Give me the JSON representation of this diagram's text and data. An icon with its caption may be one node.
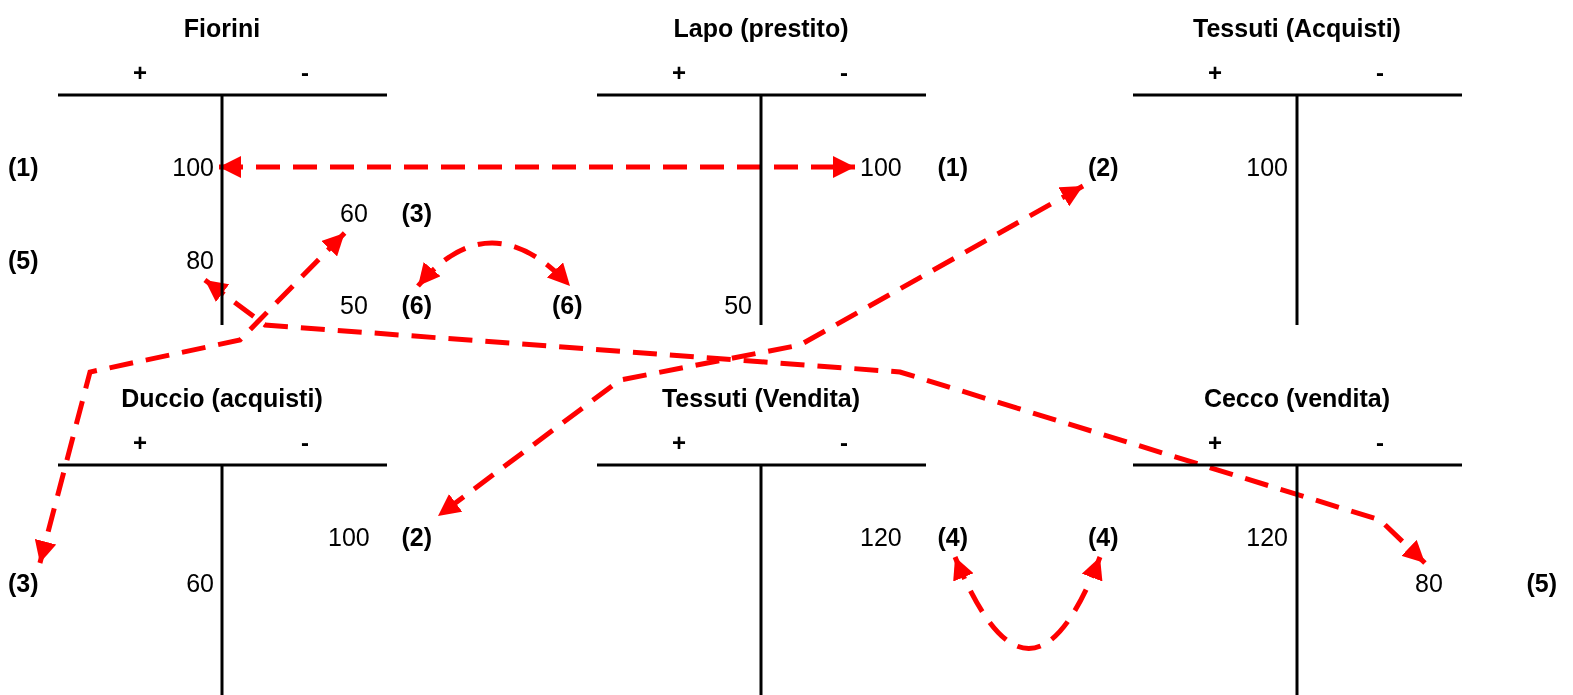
{
  "diagram": {
    "nodes": [
      {
        "text": [
          "Fiorini"
        ]
      },
      {
        "text": [
          "(1)",
          "100"
        ],
        "in": 0
      },
      {
        "text": [
          "60",
          "(3)"
        ],
        "in": 0
      },
      {
        "text": [
          "(5)",
          "80"
        ],
        "in": 0
      },
      {
        "text": [
          "50",
          "(6)"
        ],
        "in": 0
      },
      {
        "text": [
          "Lapo (prestito)"
        ]
      },
      {
        "text": [
          "100",
          "(1)"
        ],
        "in": 5
      },
      {
        "text": [
          "(6)",
          "50"
        ],
        "in": 5
      },
      {
        "text": [
          "Tessuti (Acquisti)"
        ]
      },
      {
        "text": [
          "(2)",
          "100"
        ],
        "in": 8
      },
      {
        "text": [
          "Duccio (acquisti)"
        ]
      },
      {
        "text": [
          "100",
          "(2)"
        ],
        "in": 10
      },
      {
        "text": [
          "(3)",
          "60"
        ],
        "in": 10
      },
      {
        "text": [
          "Tessuti (Vendita)"
        ]
      },
      {
        "text": [
          "120",
          "(4)"
        ],
        "in": 13
      },
      {
        "text": [
          "Cecco (vendita)"
        ]
      },
      {
        "text": [
          "(4)",
          "120"
        ],
        "in": 15
      },
      {
        "text": [
          "80",
          "(5)"
        ],
        "in": 15
      }
    ],
    "edges": [
      {
        "from": 1,
        "to": 6,
        "arrow": "both",
        "style": "dashed"
      },
      {
        "from": 2,
        "to": 12,
        "arrow": "both",
        "style": "dashed"
      },
      {
        "from": 3,
        "to": 17,
        "arrow": "both",
        "style": "dashed"
      },
      {
        "from": 4,
        "to": 7,
        "arrow": "both",
        "style": "dashed"
      },
      {
        "from": 9,
        "to": 11,
        "arrow": "both",
        "style": "dashed"
      },
      {
        "from": 14,
        "to": 16,
        "arrow": "both",
        "style": "dashed"
      }
    ],
    "labels": [
      "+",
      "-",
      "+",
      "-",
      "+",
      "-",
      "+",
      "-",
      "+",
      "-",
      "+",
      "-"
    ]
  }
}
